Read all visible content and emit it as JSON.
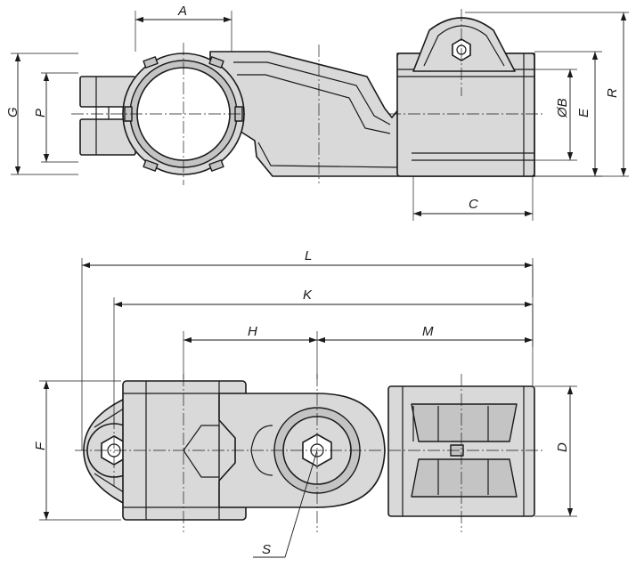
{
  "drawing": {
    "labels": {
      "A": "A",
      "G": "G",
      "P": "P",
      "B": "ØB",
      "E": "E",
      "R": "R",
      "C": "C",
      "L": "L",
      "K": "K",
      "H": "H",
      "M": "M",
      "F": "F",
      "D": "D",
      "S": "S"
    }
  }
}
